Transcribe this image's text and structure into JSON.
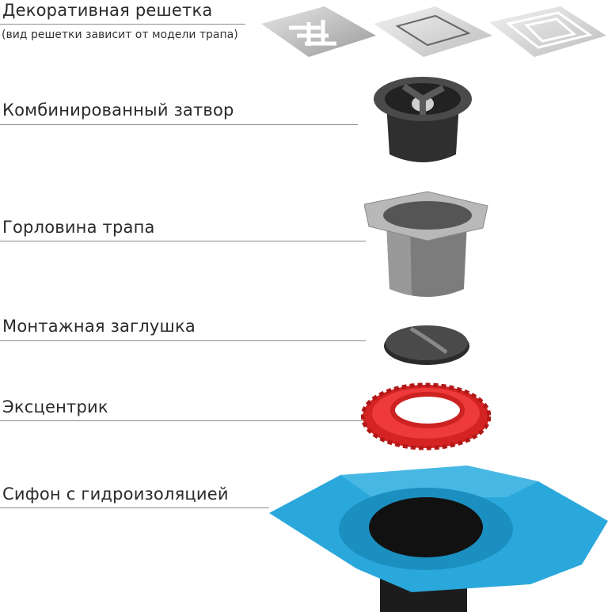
{
  "parts": [
    {
      "id": "grate",
      "label": "Декоративная  решетка",
      "note": "(вид решетки зависит от модели трапа)"
    },
    {
      "id": "shutter",
      "label": "Комбинированный затвор"
    },
    {
      "id": "neck",
      "label": "Горловина трапа"
    },
    {
      "id": "plug",
      "label": "Монтажная заглушка"
    },
    {
      "id": "eccentric",
      "label": "Эксцентрик"
    },
    {
      "id": "siphon",
      "label": "Сифон с гидроизоляцией"
    }
  ],
  "colors": {
    "steel": "#c8c8c8",
    "dark_plastic": "#3a3a3a",
    "grey_plastic": "#7a7a7a",
    "red": "#e02b2b",
    "blue": "#2aa8dc"
  }
}
